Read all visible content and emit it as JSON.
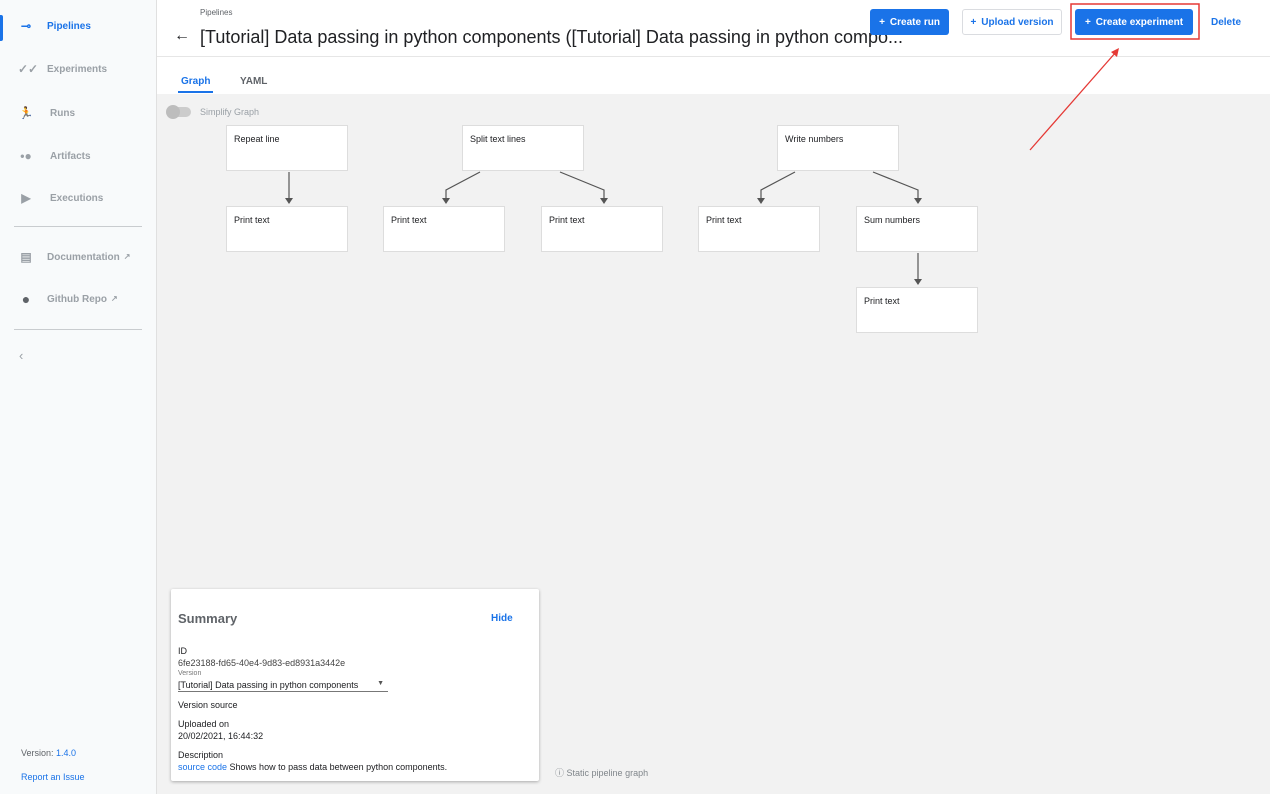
{
  "sidebar": {
    "items": [
      {
        "label": "Pipelines",
        "icon": "pipelines-icon",
        "active": true
      },
      {
        "label": "Experiments",
        "icon": "experiments-icon"
      },
      {
        "label": "Runs",
        "icon": "runs-icon"
      },
      {
        "label": "Artifacts",
        "icon": "artifacts-icon"
      },
      {
        "label": "Executions",
        "icon": "executions-icon"
      }
    ],
    "links": [
      {
        "label": "Documentation",
        "icon": "document-icon"
      },
      {
        "label": "Github Repo",
        "icon": "github-icon"
      }
    ],
    "version_label": "Version:",
    "version": "1.4.0",
    "report": "Report an Issue"
  },
  "header": {
    "breadcrumb": "Pipelines",
    "title": "[Tutorial] Data passing in python components ([Tutorial] Data passing in python compo...",
    "create_run": "Create run",
    "upload_version": "Upload version",
    "create_experiment": "Create experiment",
    "delete": "Delete"
  },
  "tabs": [
    "Graph",
    "YAML"
  ],
  "graph": {
    "simplify_label": "Simplify Graph",
    "nodes": [
      "Repeat line",
      "Print text",
      "Split text lines",
      "Print text",
      "Print text",
      "Write numbers",
      "Print text",
      "Sum numbers",
      "Print text"
    ],
    "static_label": "Static pipeline graph"
  },
  "summary": {
    "title": "Summary",
    "hide": "Hide",
    "id_label": "ID",
    "id": "6fe23188-fd65-40e4-9d83-ed8931a3442e",
    "version_label": "Version",
    "version": "[Tutorial] Data passing in python components",
    "version_source": "Version source",
    "uploaded_label": "Uploaded on",
    "uploaded": "20/02/2021, 16:44:32",
    "description_label": "Description",
    "source_link": "source code",
    "description": "Shows how to pass data between python components."
  },
  "colors": {
    "accent": "#1a73e8",
    "annotation": "#e53935"
  }
}
